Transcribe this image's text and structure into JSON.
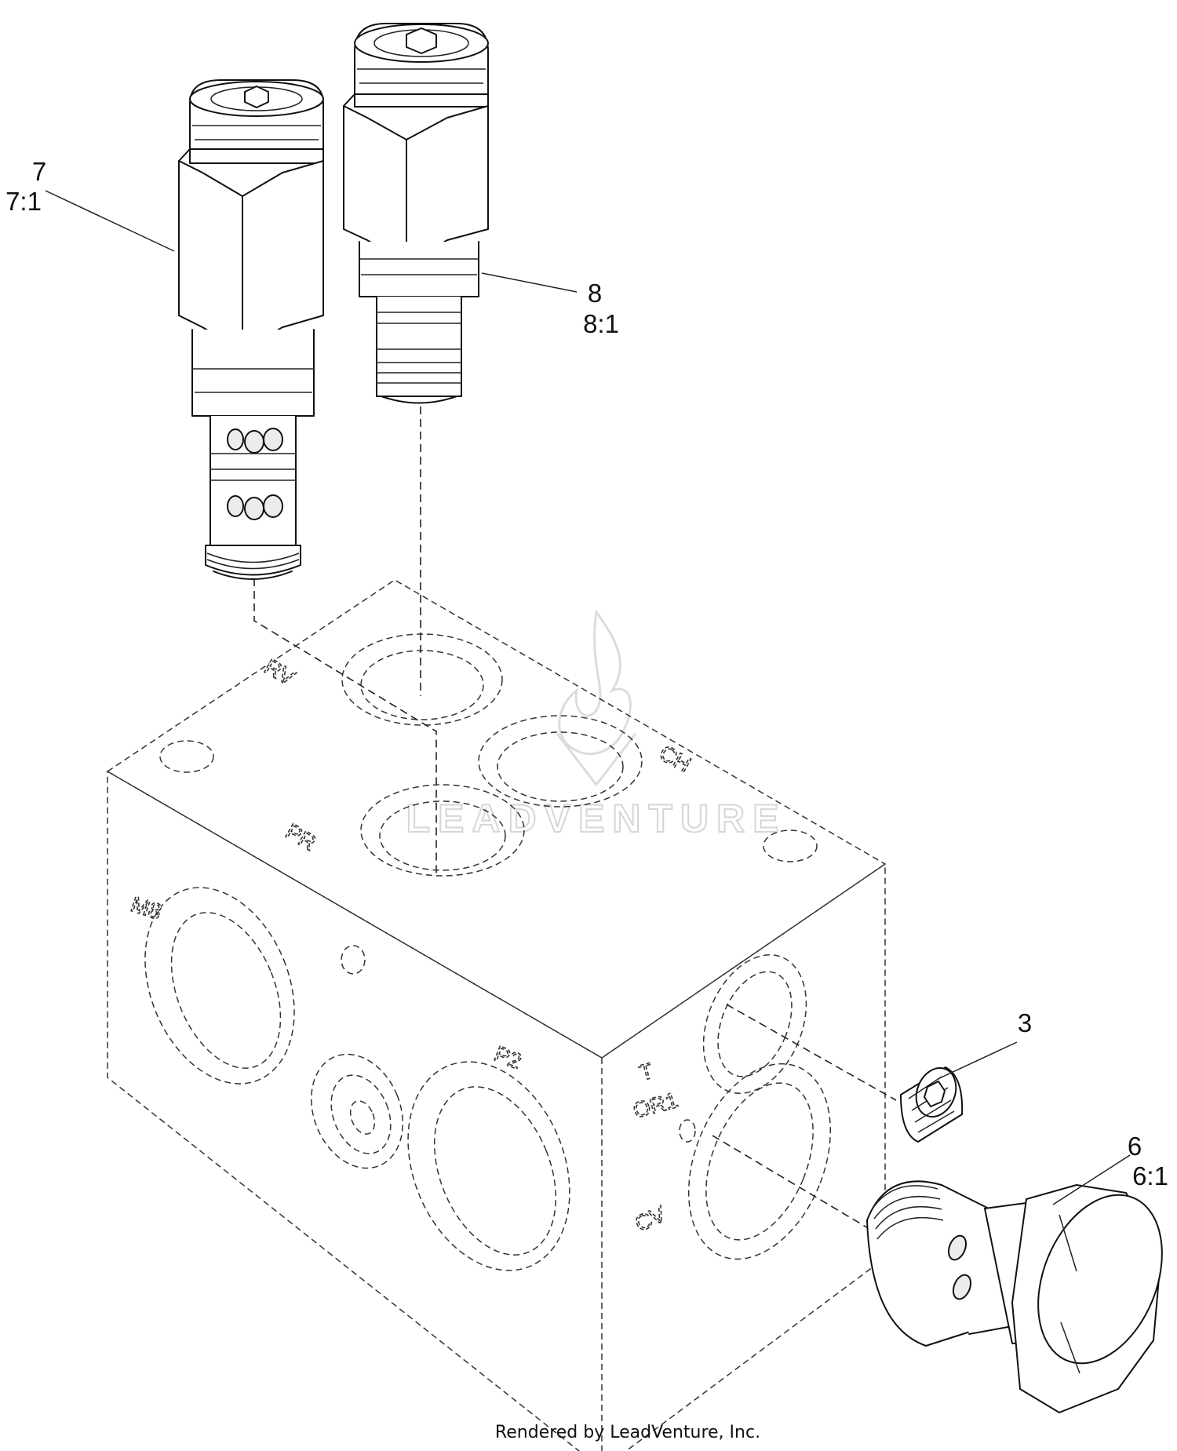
{
  "callouts": [
    {
      "id": "7",
      "number": "7",
      "sub": "7:1"
    },
    {
      "id": "8",
      "number": "8",
      "sub": "8:1"
    },
    {
      "id": "3",
      "number": "3",
      "sub": ""
    },
    {
      "id": "6",
      "number": "6",
      "sub": "6:1"
    }
  ],
  "port_labels": {
    "rv": "RV",
    "ch": "CH",
    "pr": "PR",
    "m8": "M8",
    "p2": "P2",
    "t": "T",
    "or1": "OR1",
    "cv": "CV"
  },
  "watermark": "LEADVENTURE",
  "footer": "Rendered by LeadVenture, Inc."
}
